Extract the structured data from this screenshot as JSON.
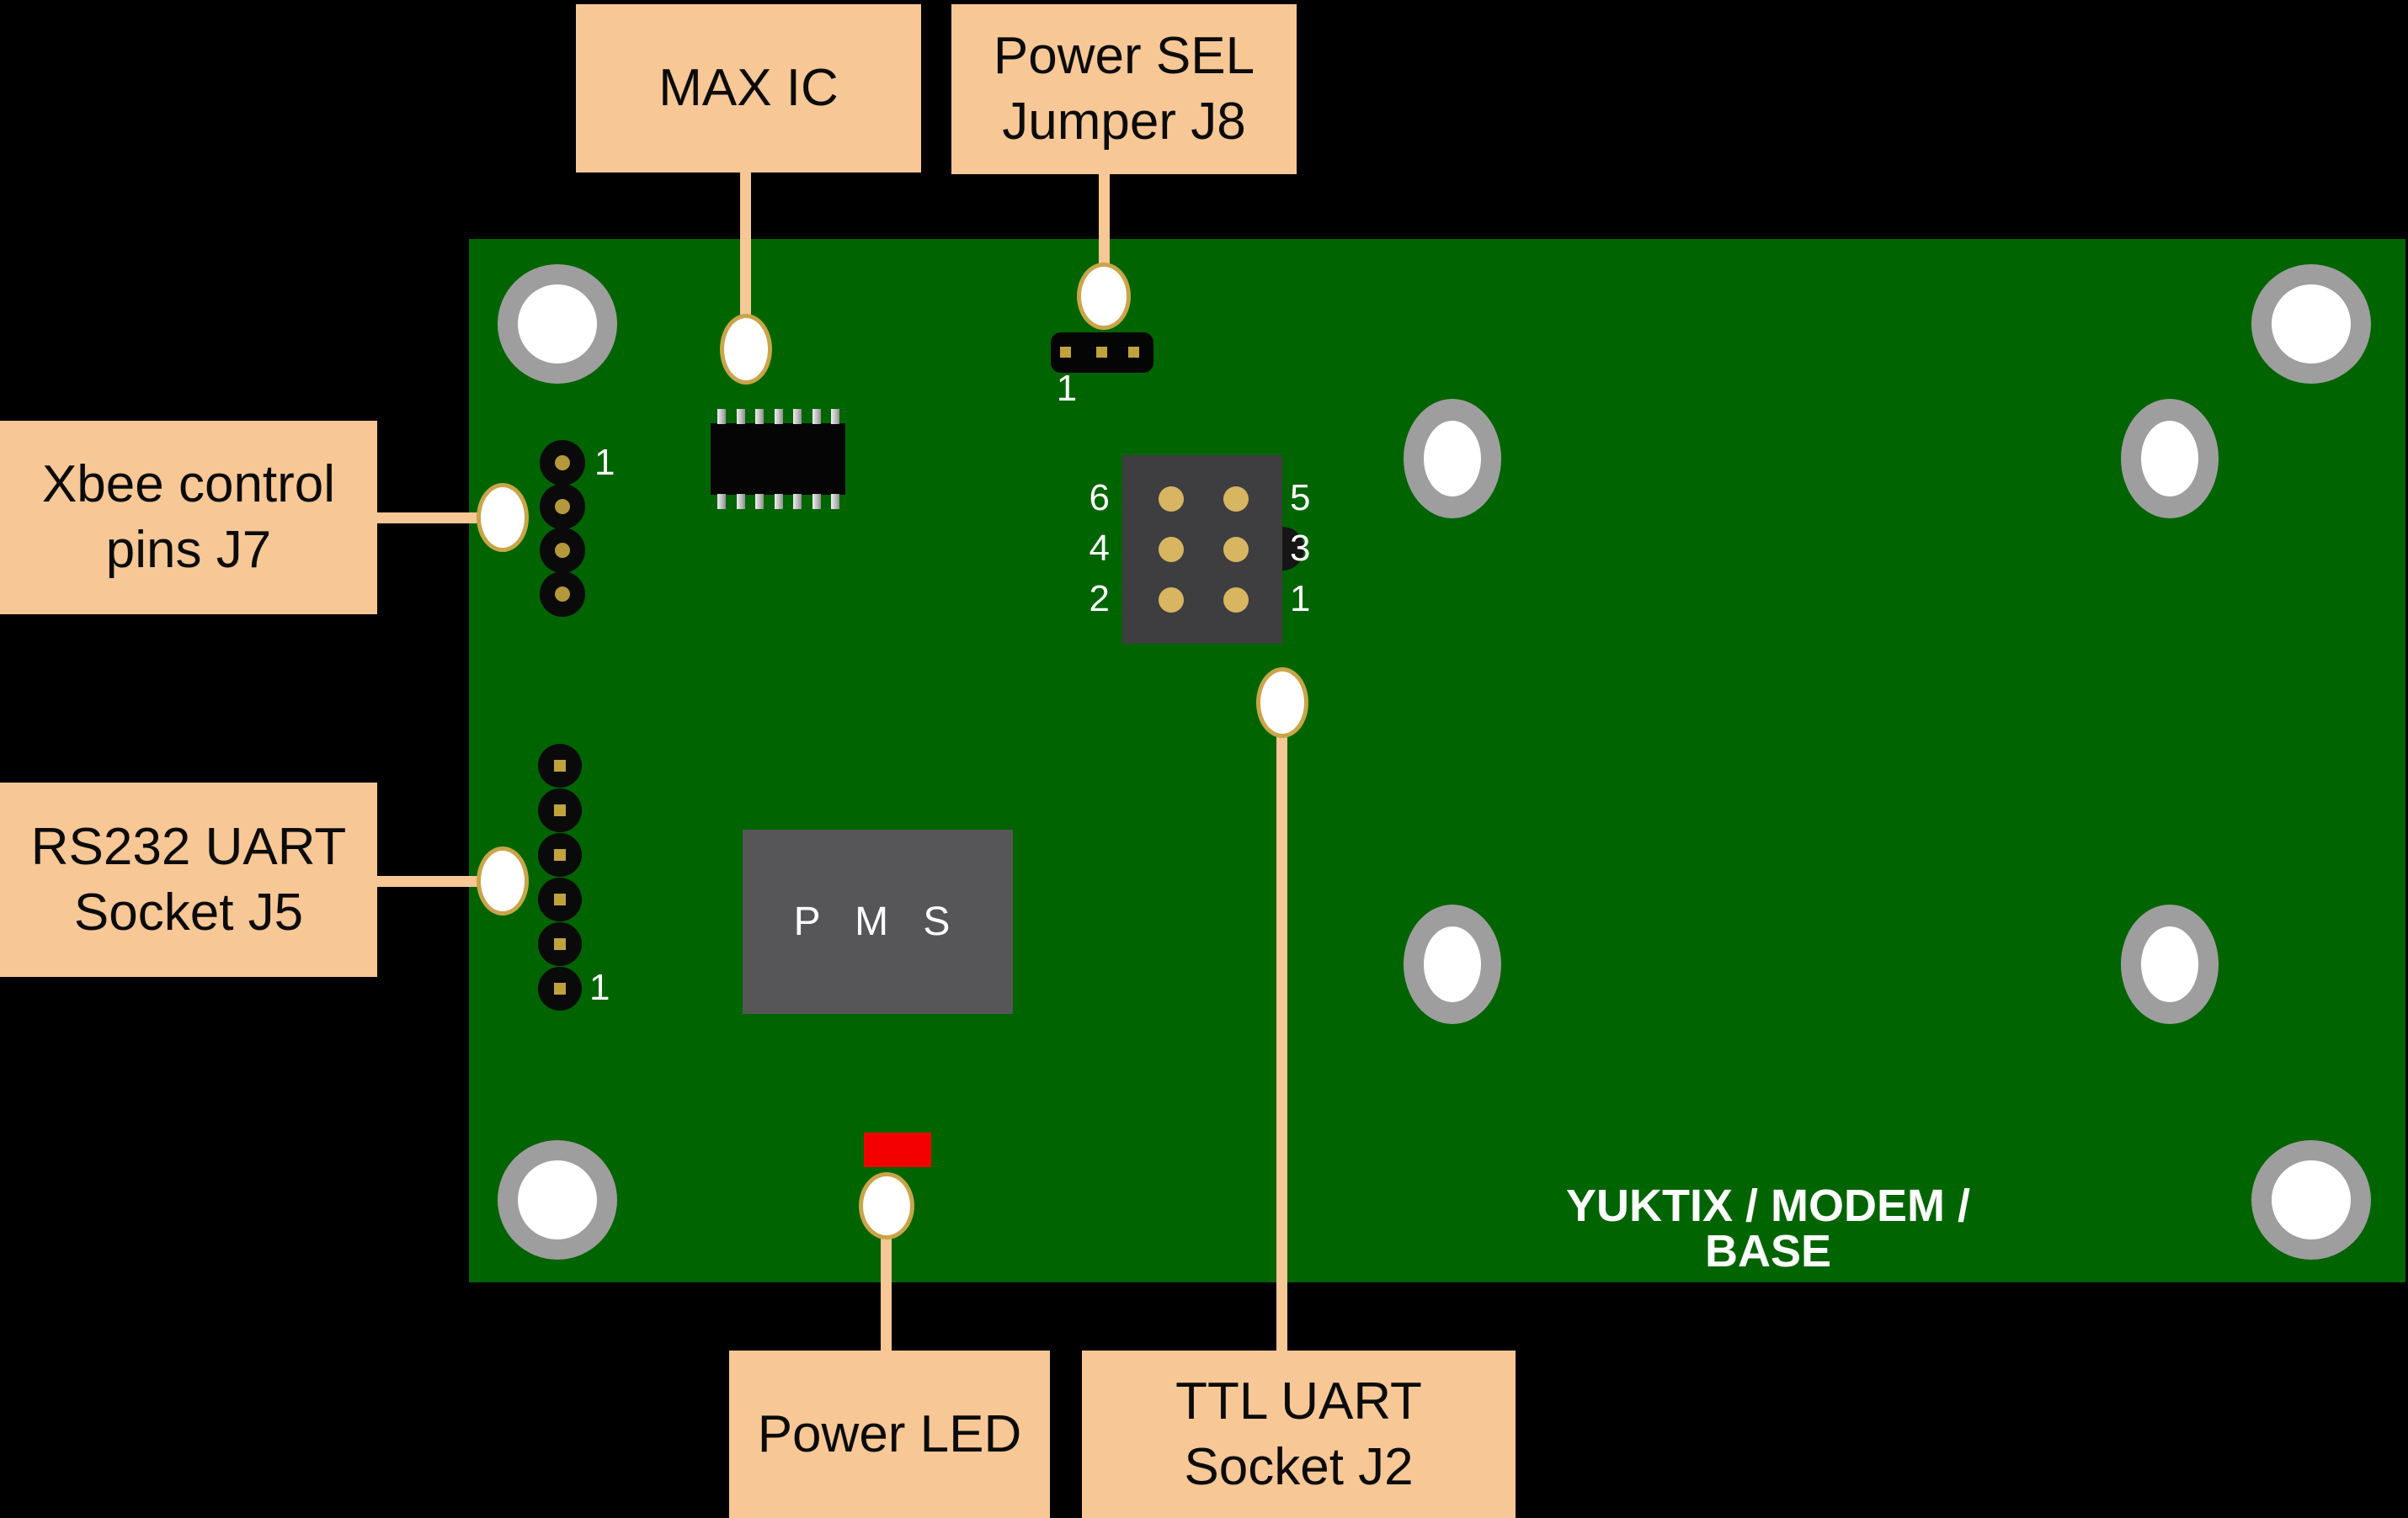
{
  "diagram": {
    "silkscreen_text": "YUKTIX / MODEM / BASE",
    "pms_chip_text": "P M S"
  },
  "callouts": {
    "max_ic": {
      "line1": "MAX IC"
    },
    "power_sel_jumper_j8": {
      "line1": "Power SEL",
      "line2": "Jumper J8"
    },
    "xbee_control_pins_j7": {
      "line1": "Xbee control",
      "line2": "pins J7"
    },
    "rs232_uart_socket_j5": {
      "line1": "RS232 UART",
      "line2": "Socket J5"
    },
    "power_led": {
      "line1": "Power LED"
    },
    "ttl_uart_socket_j2": {
      "line1": "TTL UART",
      "line2": "Socket J2"
    }
  },
  "pin_labels": {
    "j8_pin1": "1",
    "j7_pin1": "1",
    "j5_pin1": "1",
    "j2": {
      "p6": "6",
      "p5": "5",
      "p4": "4",
      "p3": "3",
      "p2": "2",
      "p1": "1"
    }
  },
  "colors": {
    "background": "#000000",
    "board_green": "#006400",
    "label_peach": "#F7C795",
    "marker_ring_gold": "#C9A54A",
    "hole_ring_gray": "#9E9E9E",
    "connector_gray": "#3E3E40",
    "pms_chip_gray": "#565658",
    "led_red": "#F30000",
    "pin_gold": "#D7B561",
    "silkscreen_white": "#FFFFFF"
  }
}
